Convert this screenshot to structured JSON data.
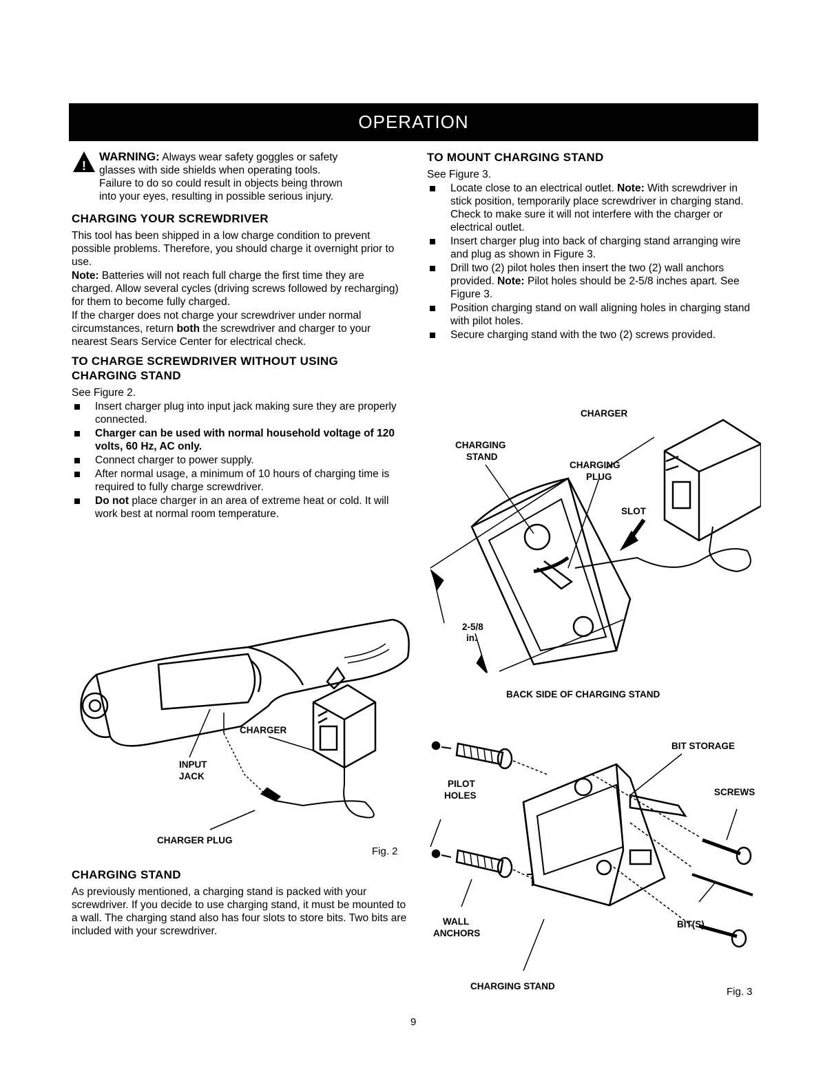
{
  "banner": "OPERATION",
  "warning": {
    "strong": "WARNING:",
    "lines": [
      " Always wear safety goggles or safety",
      "glasses with side shields when operating tools.",
      "Failure to do so could result in objects being thrown",
      "into your eyes, resulting in possible serious injury."
    ]
  },
  "charging_screwdriver": {
    "title": "CHARGING YOUR SCREWDRIVER",
    "para1": "This tool has been shipped in a low charge condition to prevent possible problems. Therefore, you should charge it overnight prior to use.",
    "note_label": "Note:",
    "note_text": " Batteries will not reach full charge the first time they are charged. Allow several cycles (driving screws followed by recharging) for them to become fully charged.",
    "para3_a": "If the charger does not charge your screwdriver under normal circumstances, return ",
    "para3_bold": "both",
    "para3_b": " the screwdriver and charger to your nearest Sears Service Center for electrical check."
  },
  "charge_without_stand": {
    "title_line1": "TO CHARGE SCREWDRIVER WITHOUT USING",
    "title_line2": "CHARGING STAND",
    "see": "See Figure 2.",
    "items": {
      "i1": "Insert charger plug into input jack making sure they are properly connected.",
      "i2": "Charger can be used with normal household voltage of 120 volts, 60 Hz, AC only.",
      "i3": "Connect charger to power supply.",
      "i4": "After normal usage, a minimum of 10 hours of charging time is required to fully charge screwdriver.",
      "i5_bold": "Do not",
      "i5_text": " place charger in an area of extreme heat or cold. It will work best at normal room temperature."
    }
  },
  "fig2": {
    "charger": "CHARGER",
    "input_jack_1": "INPUT",
    "input_jack_2": "JACK",
    "charger_plug": "CHARGER PLUG",
    "label": "Fig. 2"
  },
  "charging_stand": {
    "title": "CHARGING STAND",
    "para": "As previously mentioned, a charging stand is packed with your screwdriver. If you decide to use charging stand, it must be mounted to a wall. The charging stand also has four slots to store bits. Two bits are included with your screwdriver."
  },
  "mount_stand": {
    "title": "TO MOUNT CHARGING STAND",
    "see": "See Figure 3.",
    "items": {
      "i1_text": "Locate close to an electrical outlet. ",
      "i1_bold": "Note:",
      "i1_text2": " With screwdriver in stick position, temporarily place screwdriver in charging stand. Check to make sure it will not interfere with the charger or electrical outlet.",
      "i2": "Insert charger plug into back of charging stand arranging wire and plug as shown in Figure 3.",
      "i3_text": "Drill two (2) pilot holes then insert the two (2) wall anchors provided. ",
      "i3_bold": "Note:",
      "i3_text2": " Pilot holes should be 2-5/8 inches apart. See Figure 3.",
      "i4": "Position charging stand on wall aligning holes in charging stand with pilot holes.",
      "i5": "Secure charging stand with the two (2) screws provided."
    }
  },
  "fig3": {
    "charger": "CHARGER",
    "charging_stand_1": "CHARGING",
    "charging_stand_2": "STAND",
    "charging_plug_1": "CHARGING",
    "charging_plug_2": "PLUG",
    "slot": "SLOT",
    "dim_1": "2-5/8",
    "dim_2": "in.",
    "back_side": "BACK SIDE OF CHARGING STAND",
    "bit_storage": "BIT STORAGE",
    "pilot_1": "PILOT",
    "pilot_2": "HOLES",
    "screws": "SCREWS",
    "wall_1": "WALL",
    "wall_2": "ANCHORS",
    "bits": "BIT(S)",
    "stand": "CHARGING STAND",
    "label": "Fig. 3"
  },
  "page_number": "9"
}
